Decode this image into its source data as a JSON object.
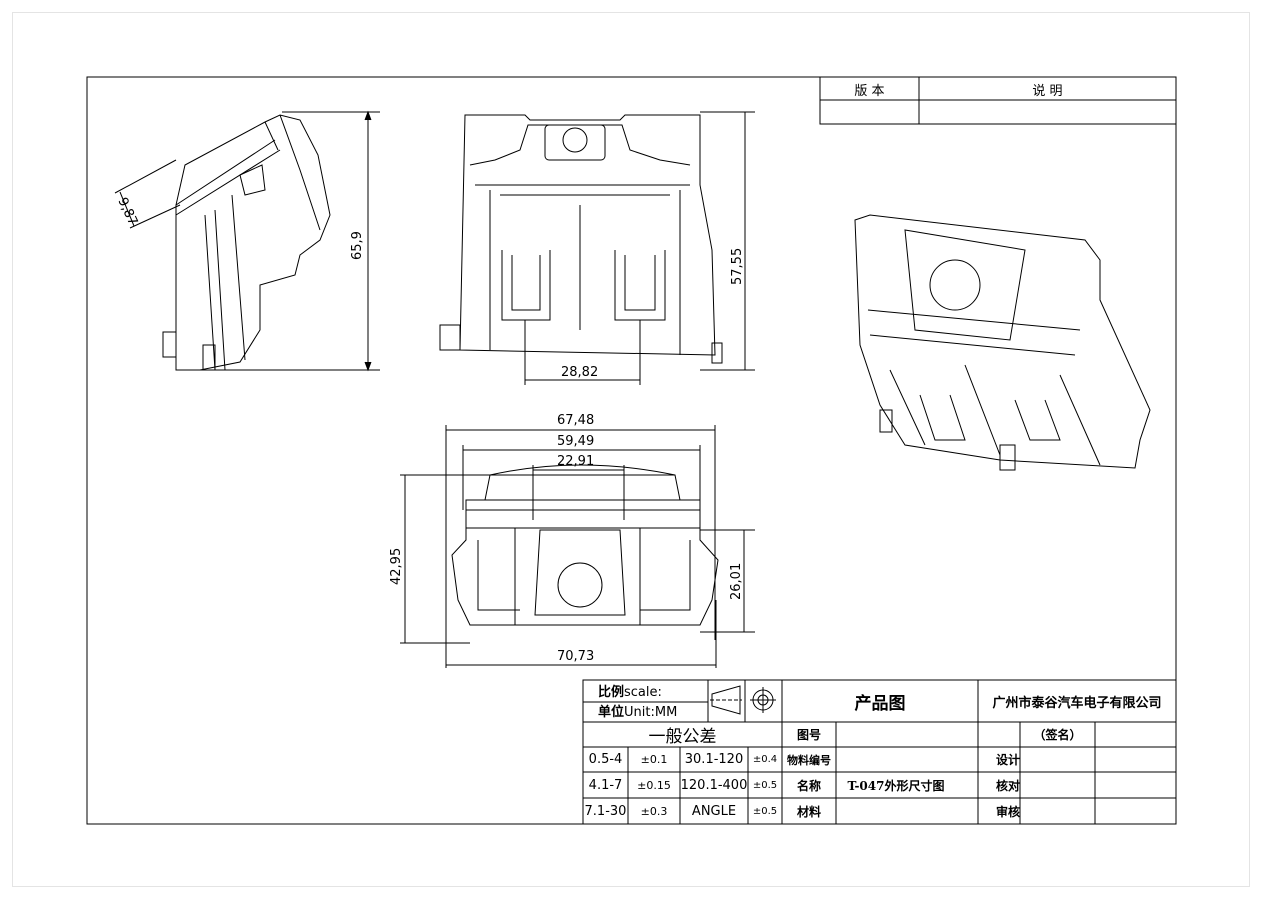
{
  "revision_block": {
    "version_label": "版 本",
    "description_label": "说 明"
  },
  "dimensions": {
    "side_height": "65,9",
    "side_angle_thickness": "9,87",
    "front_height": "57,55",
    "front_slot_width": "28,82",
    "top_overall_width": "67,48",
    "top_inner_width": "59,49",
    "top_center_width": "22,91",
    "top_height": "42,95",
    "top_partial_height": "26,01",
    "top_base_width": "70,73"
  },
  "title_block": {
    "scale_label": "比例",
    "scale_en": "scale:",
    "unit_label": "单位",
    "unit_en": "Unit:MM",
    "product_drawing": "产品图",
    "company": "广州市泰谷汽车电子有限公司",
    "general_tolerance": "一般公差",
    "drawing_no_label": "图号",
    "signature_label": "（签名）",
    "material_code_label": "物料编号",
    "name_label": "名称",
    "name_value": "T-047外形尺寸图",
    "material_label": "材料",
    "design_label": "设计",
    "check_label": "核对",
    "review_label": "审核",
    "tolerances": [
      {
        "range1": "0.5-4",
        "tol1": "±0.1",
        "range2": "30.1-120",
        "tol2": "±0.4"
      },
      {
        "range1": "4.1-7",
        "tol1": "±0.15",
        "range2": "120.1-400",
        "tol2": "±0.5"
      },
      {
        "range1": "7.1-30",
        "tol1": "±0.3",
        "range2": "ANGLE",
        "tol2": "±0.5"
      }
    ]
  }
}
